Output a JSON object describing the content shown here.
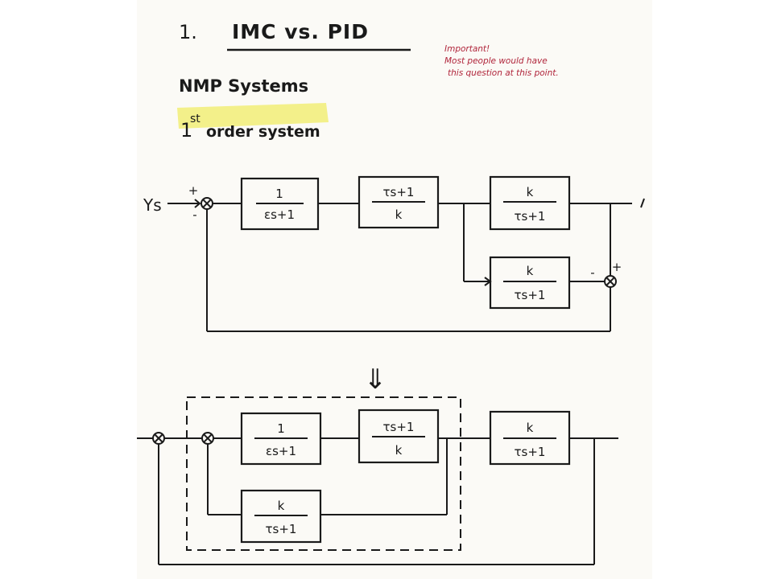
{
  "header": {
    "section_number": "1.",
    "title": "IMC vs. PID"
  },
  "note": {
    "line1": "Important!",
    "line2": "Most people would have",
    "line3": "this question at this point."
  },
  "subheading": {
    "topic": "NMP Systems",
    "highlight": "1st order system",
    "highlight_sup": "st",
    "highlight_rest": "order system"
  },
  "diagram1": {
    "input_label": "Ys",
    "sum1_plus": "+",
    "sum1_minus": "-",
    "block_filter": {
      "num": "1",
      "den": "εs+1"
    },
    "block_controller": {
      "num": "τs+1",
      "den": "k"
    },
    "block_plant": {
      "num": "k",
      "den": "τs+1"
    },
    "block_model": {
      "num": "k",
      "den": "τs+1"
    },
    "sum2_minus": "-",
    "sum2_plus": "+"
  },
  "arrow_down": "⇓",
  "diagram2": {
    "block_filter": {
      "num": "1",
      "den": "εs+1"
    },
    "block_controller": {
      "num": "τs+1",
      "den": "k"
    },
    "block_model": {
      "num": "k",
      "den": "τs+1"
    },
    "block_plant": {
      "num": "k",
      "den": "τs+1"
    }
  },
  "colors": {
    "ink": "#1a1a1a",
    "note_ink": "#b0243a",
    "highlight": "#f3f08a",
    "paper": "#fbfaf6"
  }
}
